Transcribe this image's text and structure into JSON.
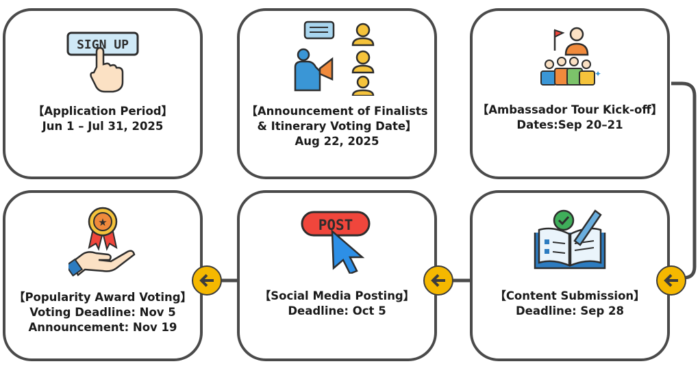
{
  "steps": [
    {
      "title": "【Application Period】",
      "lines": [
        "Jun 1 – Jul 31, 2025"
      ],
      "icon": "sign-up-icon"
    },
    {
      "title": "【Announcement of Finalists",
      "lines": [
        "& Itinerary Voting Date】",
        "Aug 22, 2025"
      ],
      "icon": "announcement-megaphone-icon"
    },
    {
      "title": "【Ambassador Tour Kick-off】",
      "lines": [
        "Dates:Sep 20–21"
      ],
      "icon": "tour-guide-group-icon"
    },
    {
      "title": "【Content Submission】",
      "lines": [
        "Deadline: Sep 28"
      ],
      "icon": "book-pen-check-icon"
    },
    {
      "title": "【Social Media Posting】",
      "lines": [
        "Deadline: Oct 5"
      ],
      "icon": "post-cursor-icon"
    },
    {
      "title": "【Popularity Award Voting】",
      "lines": [
        "Voting Deadline: Nov 5",
        "Announcement: Nov 19"
      ],
      "icon": "award-medal-hand-icon"
    }
  ],
  "icon_text": {
    "sign_up": "SIGN UP",
    "post": "POST"
  },
  "colors": {
    "border": "#4a4a4a",
    "accent": "#f5b800",
    "post_red": "#f0463c",
    "cursor_blue": "#2d8fe6"
  }
}
